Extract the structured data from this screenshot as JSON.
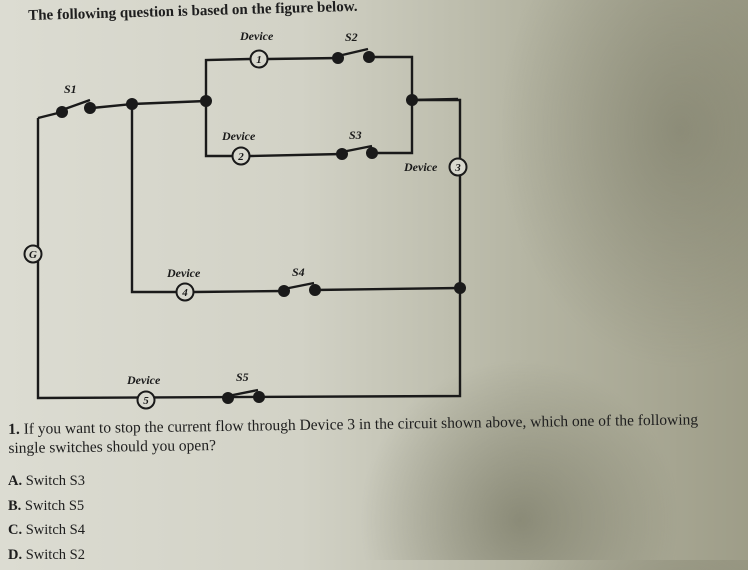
{
  "header": {
    "text": "The following question is based on the figure below."
  },
  "circuit": {
    "generator": {
      "label": "G"
    },
    "devices": [
      {
        "id": "1",
        "label": "Device",
        "number": "1"
      },
      {
        "id": "2",
        "label": "Device",
        "number": "2"
      },
      {
        "id": "3",
        "label": "Device",
        "number": "3"
      },
      {
        "id": "4",
        "label": "Device",
        "number": "4"
      },
      {
        "id": "5",
        "label": "Device",
        "number": "5"
      }
    ],
    "switches": [
      {
        "id": "S1",
        "label": "S1",
        "state": "open"
      },
      {
        "id": "S2",
        "label": "S2",
        "state": "open"
      },
      {
        "id": "S3",
        "label": "S3",
        "state": "open"
      },
      {
        "id": "S4",
        "label": "S4",
        "state": "open"
      },
      {
        "id": "S5",
        "label": "S5",
        "state": "open"
      }
    ]
  },
  "question": {
    "number": "1.",
    "text": "If you want to stop the current flow through Device 3 in the circuit shown above, which one of the following single switches should you open?"
  },
  "options": [
    {
      "letter": "A.",
      "text": "Switch S3"
    },
    {
      "letter": "B.",
      "text": "Switch S5"
    },
    {
      "letter": "C.",
      "text": "Switch S4"
    },
    {
      "letter": "D.",
      "text": "Switch S2"
    }
  ]
}
